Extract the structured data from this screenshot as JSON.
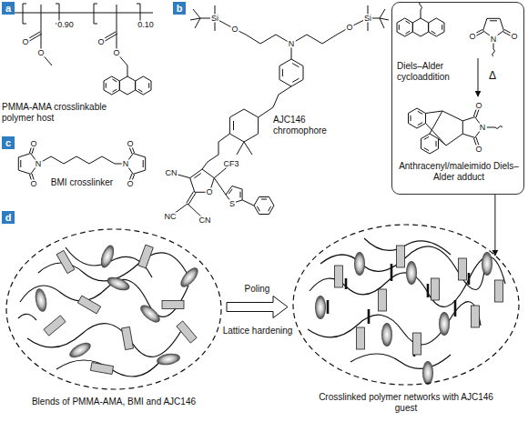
{
  "diagram": {
    "nodes": [
      {
        "text": [
          "a"
        ]
      },
      {
        "text": [
          "b"
        ]
      },
      {
        "text": [
          "Diels–Alder cycloaddition",
          "Δ",
          "Anthracenyl/maleimido Diels–Alder adduct"
        ]
      },
      {
        "text": [
          "c"
        ]
      },
      {
        "text": [
          "d"
        ]
      },
      {
        "text": [
          "Blends of PMMA-AMA, BMI and AJC146"
        ]
      },
      {
        "text": [
          "Crosslinked polymer networks with AJC146 guest"
        ]
      }
    ],
    "edges": [
      {
        "from": 5,
        "to": 6,
        "arrow": "to",
        "label": "Poling"
      },
      {
        "from": 2,
        "to": 6,
        "arrow": "to"
      }
    ],
    "labels": [
      "0.90",
      "0.10",
      "O",
      "O",
      "O",
      "O",
      "PMMA-AMA crosslinkable polymer host",
      "Si",
      "O",
      "N",
      "O",
      "Si",
      "AJC146 chromophore",
      "CN",
      "O",
      "CF3",
      "S",
      "NC",
      "CN",
      "N",
      "O",
      "O",
      "N",
      "O",
      "O",
      "BMI crosslinker",
      "O",
      "N",
      "O",
      "O",
      "N",
      "O",
      "Lattice hardening"
    ]
  }
}
